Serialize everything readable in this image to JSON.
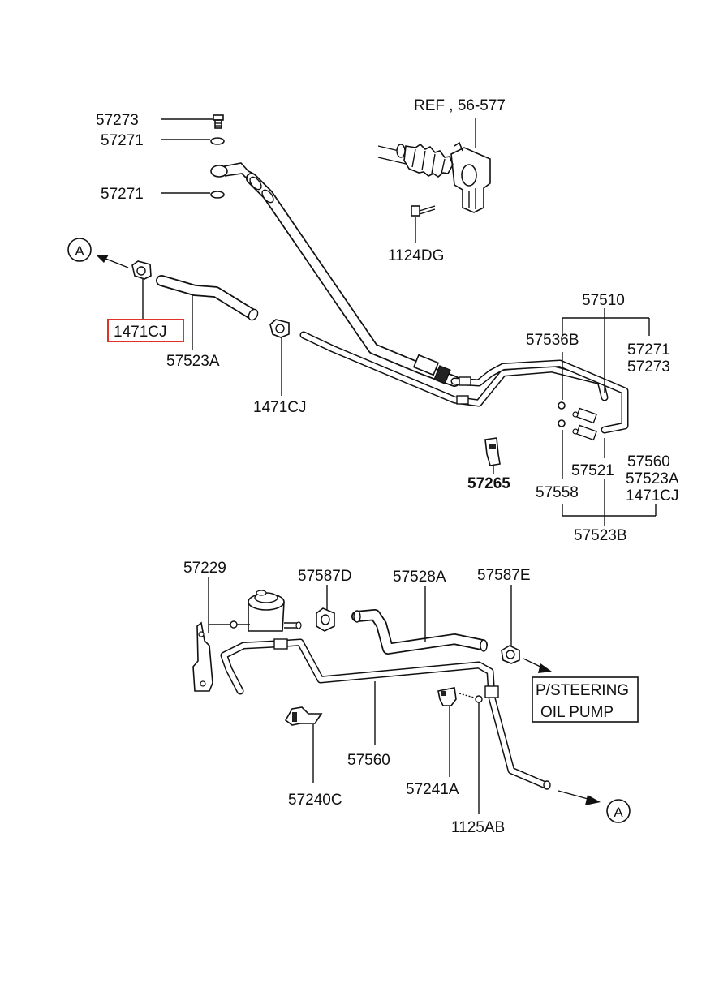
{
  "labels": {
    "l_57273_top": "57273",
    "l_57271_a": "57271",
    "l_57271_b": "57271",
    "l_ref": "REF , 56-577",
    "l_1124dg": "1124DG",
    "l_1471cj_left": "1471CJ",
    "l_57523a_left": "57523A",
    "l_1471cj_mid": "1471CJ",
    "l_57510": "57510",
    "l_57536b": "57536B",
    "l_57271_right": "57271",
    "l_57273_right": "57273",
    "l_57265": "57265",
    "l_57521": "57521",
    "l_57560_right": "57560",
    "l_57523a_right": "57523A",
    "l_1471cj_right": "1471CJ",
    "l_57558": "57558",
    "l_57523b": "57523B",
    "l_57229": "57229",
    "l_57587d": "57587D",
    "l_57528a": "57528A",
    "l_57587e": "57587E",
    "l_57560_bottom": "57560",
    "l_57240c": "57240C",
    "l_57241a": "57241A",
    "l_1125ab": "1125AB"
  },
  "callouts": {
    "pump_line1": "P/STEERING",
    "pump_line2": "OIL PUMP",
    "ref_a_top": "A",
    "ref_a_bottom": "A"
  },
  "highlight": {
    "part": "1471CJ",
    "color": "#e0312b"
  }
}
